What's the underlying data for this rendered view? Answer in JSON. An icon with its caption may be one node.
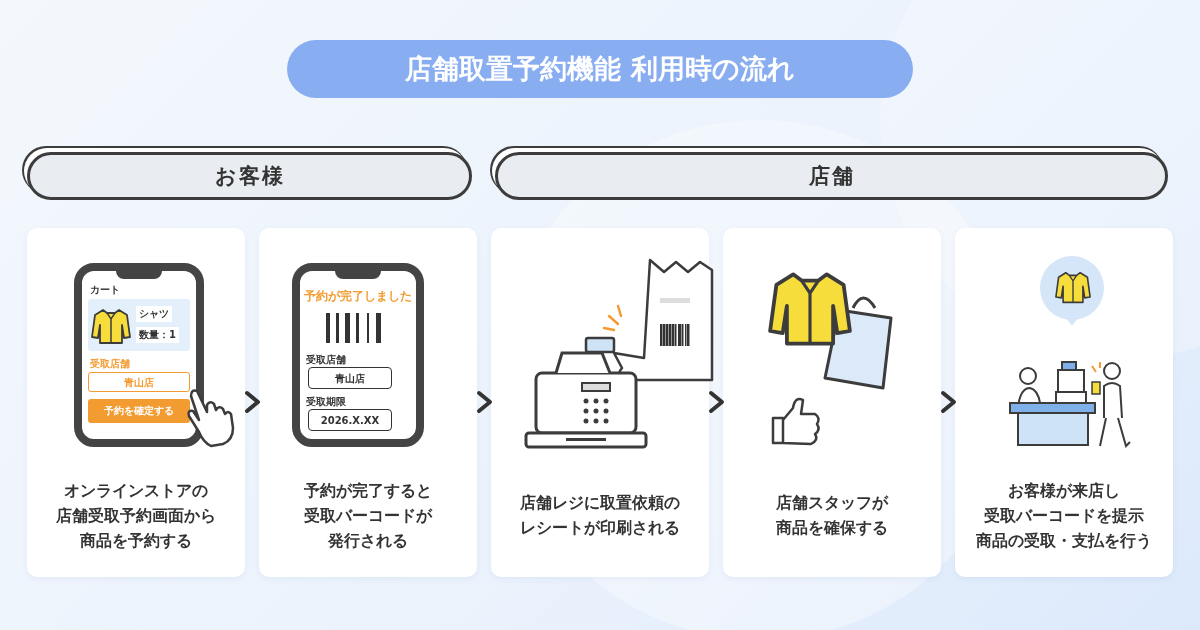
{
  "diagram": {
    "title": "店舗取置予約機能 利用時の流れ",
    "nodes": [
      {
        "text": [
          "お客様"
        ]
      },
      {
        "text": [
          "店舗"
        ]
      },
      {
        "text": [
          "オンラインストアの店舗受取予約画面から商品を予約する"
        ]
      },
      {
        "text": [
          "予約が完了すると受取バーコードが発行される"
        ]
      },
      {
        "text": [
          "店舗レジに取置依頼のレシートが印刷される"
        ]
      },
      {
        "text": [
          "店舗スタッフが商品を確保する"
        ]
      },
      {
        "text": [
          "お客様が来店し受取バーコードを提示商品の受取・支払を行う"
        ]
      }
    ],
    "edges": [
      {
        "from": 2,
        "to": 3,
        "arrow": "to"
      },
      {
        "from": 3,
        "to": 4,
        "arrow": "to"
      },
      {
        "from": 4,
        "to": 5,
        "arrow": "to"
      },
      {
        "from": 5,
        "to": 6,
        "arrow": "to"
      }
    ],
    "labels": [
      "カート",
      "シャツ",
      "数量：1",
      "受取店舗",
      "青山店",
      "予約を確定する",
      "予約が完了しました",
      "受取店舗",
      "青山店",
      "受取期限",
      "2026.X.XX"
    ]
  }
}
